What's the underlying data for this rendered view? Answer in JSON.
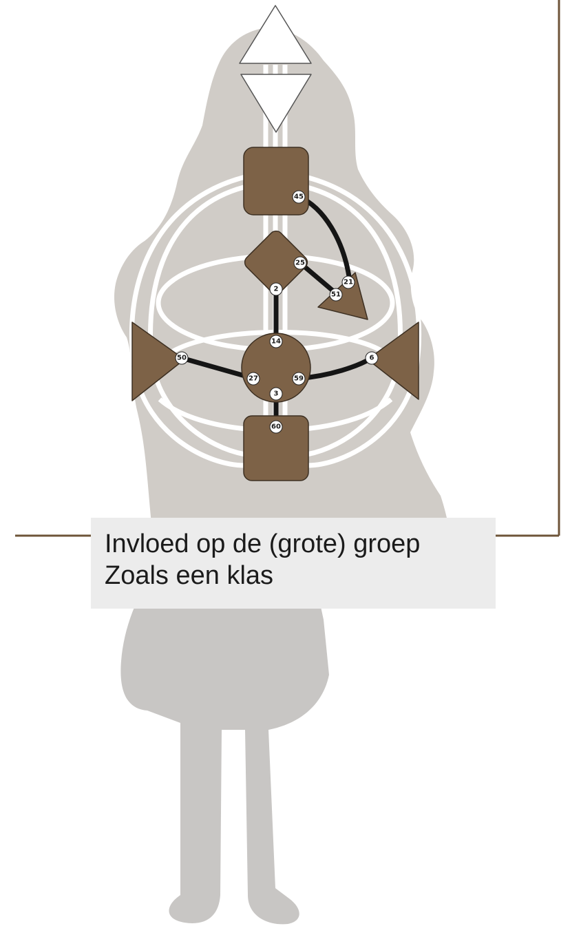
{
  "caption": {
    "line1": "Invloed op de (grote) groep",
    "line2": "Zoals een klas"
  },
  "colors": {
    "center_fill": "#7d6247",
    "silhouette": "#d0ccc7",
    "silhouette_lower": "#c8c6c4",
    "channel_active": "#151515",
    "frame": "#6e5438",
    "caption_bg": "#ececec"
  },
  "centers": [
    {
      "id": "head",
      "shape": "triangle-up",
      "defined": false
    },
    {
      "id": "ajna",
      "shape": "triangle-down",
      "defined": false
    },
    {
      "id": "throat",
      "shape": "square",
      "defined": true
    },
    {
      "id": "g",
      "shape": "diamond",
      "defined": true
    },
    {
      "id": "heart",
      "shape": "triangle",
      "defined": true
    },
    {
      "id": "spleen",
      "shape": "triangle",
      "defined": true
    },
    {
      "id": "sacral",
      "shape": "circle",
      "defined": true
    },
    {
      "id": "solar-plexus",
      "shape": "triangle",
      "defined": true
    },
    {
      "id": "root",
      "shape": "square",
      "defined": true
    }
  ],
  "gates": [
    "45",
    "25",
    "21",
    "51",
    "2",
    "14",
    "50",
    "27",
    "59",
    "6",
    "3",
    "60"
  ],
  "channels": [
    [
      "45",
      "21"
    ],
    [
      "25",
      "51"
    ],
    [
      "2",
      "14"
    ],
    [
      "50",
      "27"
    ],
    [
      "59",
      "6"
    ],
    [
      "3",
      "60"
    ]
  ]
}
